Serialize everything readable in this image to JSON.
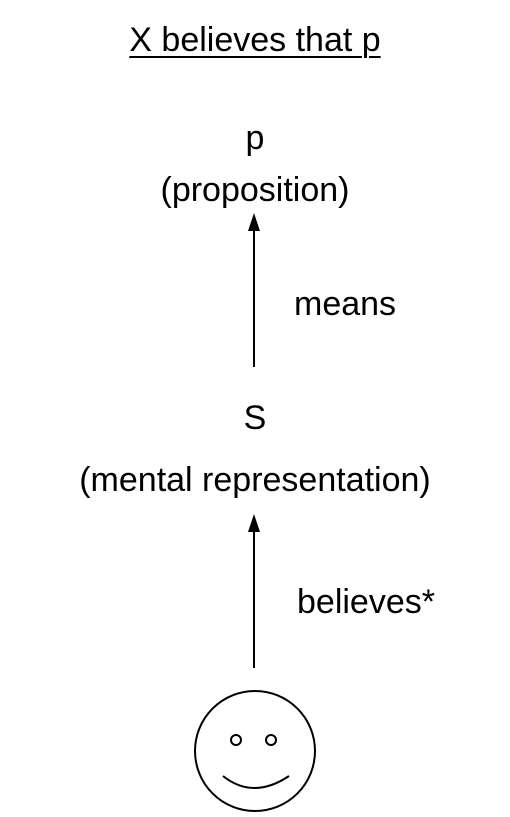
{
  "title": "X believes that p",
  "nodes": {
    "proposition": {
      "symbol": "p",
      "description": "(proposition)"
    },
    "representation": {
      "symbol": "S",
      "description": "(mental representation)"
    },
    "agent": {
      "icon": "smiley-face-icon"
    }
  },
  "edges": {
    "means": {
      "label": "means"
    },
    "believes": {
      "label": "believes*"
    }
  }
}
